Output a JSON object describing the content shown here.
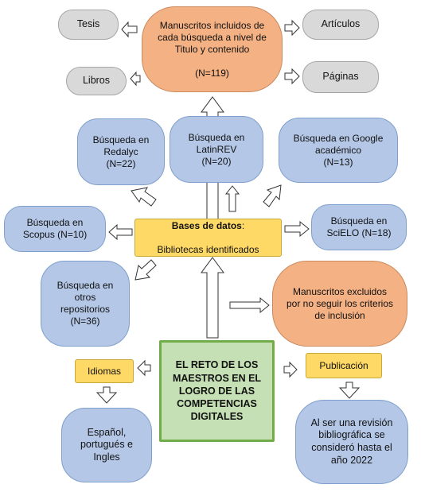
{
  "center": {
    "title": "Manuscritos incluidos de cada búsqueda a nivel de Titulo y contenido",
    "count": "(N=119)"
  },
  "outputs": {
    "tesis": "Tesis",
    "libros": "Libros",
    "articulos": "Artículos",
    "paginas": "Páginas"
  },
  "searches": {
    "redalyc": "Búsqueda en Redalyc\n(N=22)",
    "latinrev": "Búsqueda en LatinREV\n(N=20)",
    "google": "Búsqueda en Google académico\n(N=13)",
    "scopus": "Búsqueda en Scopus (N=10)",
    "scielo": "Búsqueda en SciELO (N=18)",
    "otros": "Búsqueda en otros repositorios\n(N=36)"
  },
  "databases": {
    "label": "Bases de datos",
    "colon": ":",
    "sub": "Bibliotecas identificados"
  },
  "excluded": "Manuscritos excluidos por no seguir los criterios de inclusión",
  "main": "EL RETO DE LOS MAESTROS EN EL LOGRO DE LAS COMPETENCIAS DIGITALES",
  "idiomas": {
    "label": "Idiomas",
    "value": "Español, portugués e Ingles"
  },
  "publicacion": {
    "label": "Publicación",
    "value": "Al ser una revisión bibliográfica se consideró hasta el año 2022"
  },
  "colors": {
    "blue": "#b4c7e7",
    "gray": "#d9d9d9",
    "salmon": "#f4b183",
    "yellow": "#ffd966",
    "green": "#c5e0b4"
  }
}
